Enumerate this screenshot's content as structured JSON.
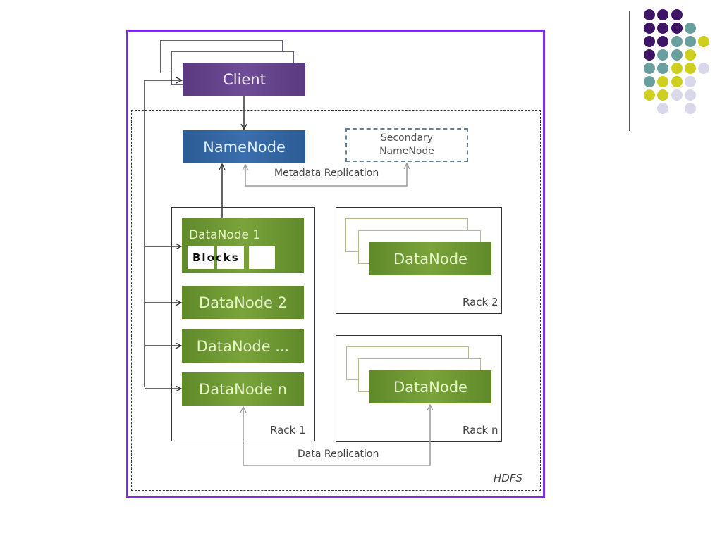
{
  "diagram": {
    "client": "Client",
    "namenode": "NameNode",
    "secondary_namenode": [
      "Secondary",
      "NameNode"
    ],
    "metadata_replication": "Metadata Replication",
    "rack1": {
      "label": "Rack 1",
      "datanode1": "DataNode 1",
      "blocks_label": "Blocks",
      "datanodes": [
        "DataNode 2",
        "DataNode ...",
        "DataNode n"
      ]
    },
    "rack2": {
      "label": "Rack 2",
      "datanode": "DataNode"
    },
    "rackn": {
      "label": "Rack n",
      "datanode": "DataNode"
    },
    "data_replication": "Data Replication",
    "hdfs_label": "HDFS"
  },
  "colors": {
    "frame": "#7a2ee0",
    "client": "#6f4c96",
    "namenode": "#3a6fad",
    "datanode": "#7aa33a",
    "dot_purple": "#3d1466",
    "dot_teal": "#6a9fa0",
    "dot_yellow": "#cfcf1f",
    "dot_lavender": "#d8d8ea"
  },
  "decoration": {
    "dot_grid": [
      [
        "purple",
        "purple",
        "purple",
        null,
        null
      ],
      [
        "purple",
        "purple",
        "purple",
        "teal",
        null
      ],
      [
        "purple",
        "purple",
        "teal",
        "teal",
        "yellow"
      ],
      [
        "purple",
        "teal",
        "teal",
        "yellow",
        null
      ],
      [
        "teal",
        "teal",
        "yellow",
        "yellow",
        "lavender"
      ],
      [
        "teal",
        "yellow",
        "yellow",
        "lavender",
        null
      ],
      [
        "yellow",
        "yellow",
        "lavender",
        "lavender",
        null
      ],
      [
        null,
        "lavender",
        null,
        "lavender",
        null
      ]
    ]
  }
}
